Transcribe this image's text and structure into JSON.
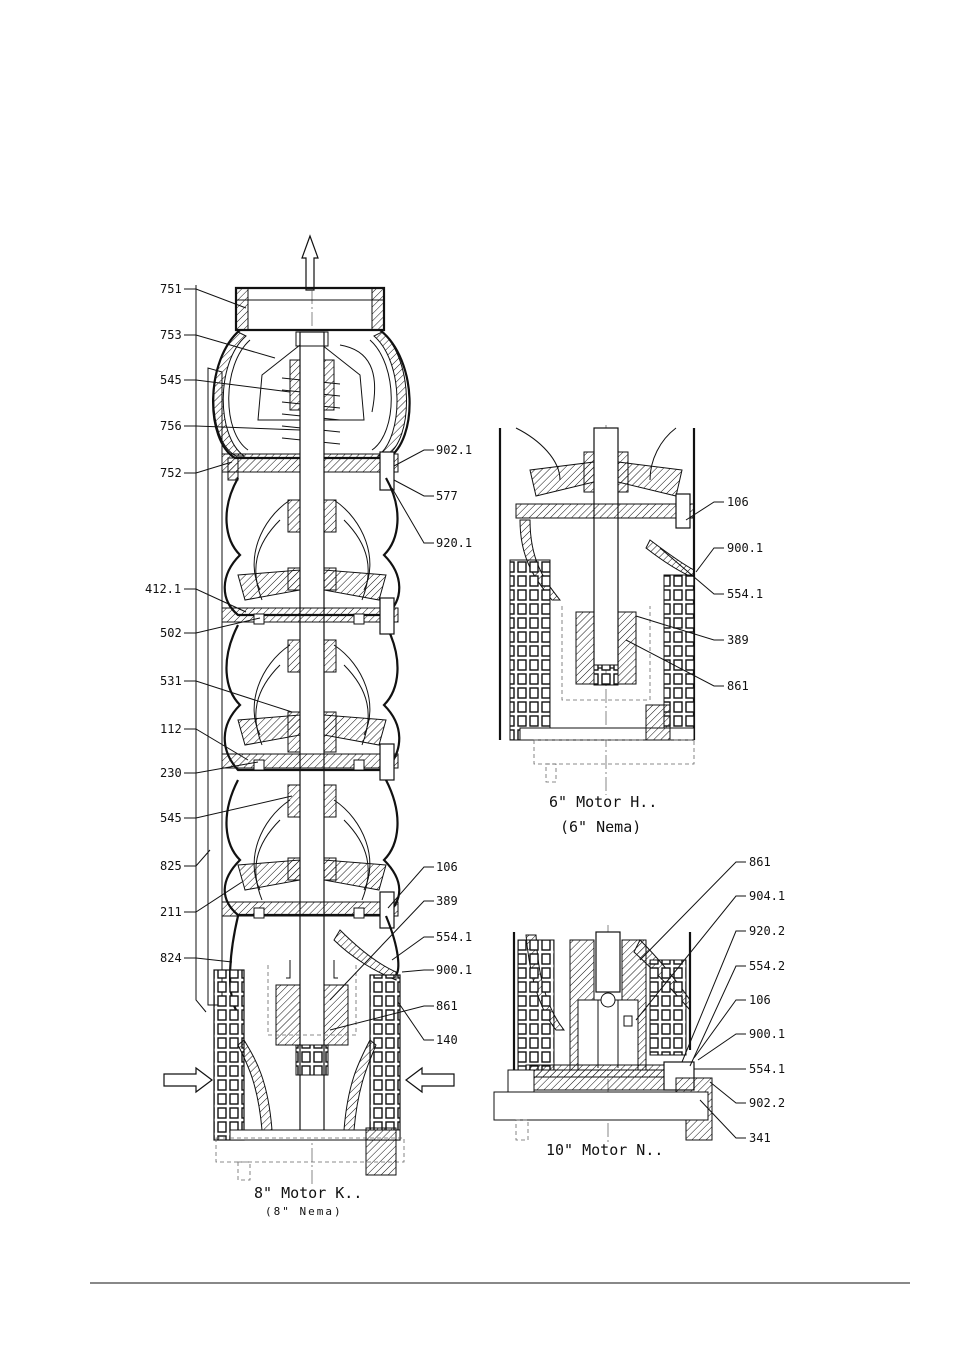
{
  "main_view": {
    "labels_left": [
      "751",
      "753",
      "545",
      "756",
      "752",
      "412.1",
      "502",
      "531",
      "112",
      "230",
      "545",
      "825",
      "211",
      "824"
    ],
    "labels_right": [
      "902.1",
      "577",
      "920.1",
      "106",
      "389",
      "554.1",
      "900.1",
      "861",
      "140"
    ],
    "caption": "8\" Motor K..",
    "subcaption": "(8\" Nema)"
  },
  "view_6in": {
    "labels": [
      "106",
      "900.1",
      "554.1",
      "389",
      "861"
    ],
    "caption": "6\" Motor H..",
    "subcaption": "(6\" Nema)"
  },
  "view_10in": {
    "labels": [
      "861",
      "904.1",
      "920.2",
      "554.2",
      "106",
      "900.1",
      "554.1",
      "902.2",
      "341"
    ],
    "caption": "10\" Motor N.."
  }
}
